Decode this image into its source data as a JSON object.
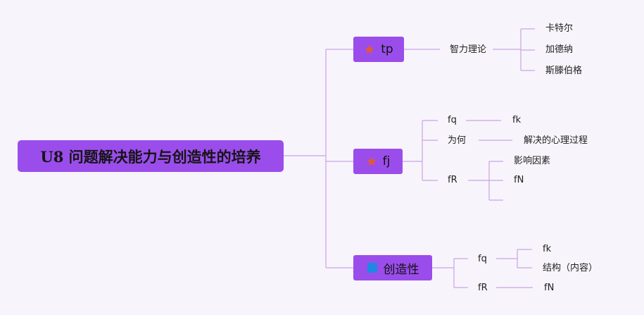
{
  "root": {
    "label": "U8 问题解决能力与创造性的培养"
  },
  "branches": [
    {
      "label": "tp",
      "icon": "star-icon",
      "children": [
        {
          "label": "智力理论",
          "children": [
            "卡特尔",
            "加德纳",
            "斯滕伯格"
          ]
        }
      ]
    },
    {
      "label": "fj",
      "icon": "star-icon",
      "children": [
        {
          "label": "fq",
          "children": [
            "fk"
          ]
        },
        {
          "label": "为何",
          "children": [
            "解决的心理过程"
          ]
        },
        {
          "label": "fR",
          "children": [
            "影响因素",
            "fN",
            ""
          ]
        }
      ]
    },
    {
      "label": "创造性",
      "icon": "square-icon",
      "children": [
        {
          "label": "fq",
          "children": [
            "fk",
            "结构（内容）"
          ]
        },
        {
          "label": "fR",
          "children": [
            "fN"
          ]
        }
      ]
    }
  ],
  "colors": {
    "node_fill": "#9b4deb",
    "line": "#c9a3e6",
    "star": "#e05a3a",
    "square": "#1e88e5",
    "background": "#f8f4fb"
  }
}
